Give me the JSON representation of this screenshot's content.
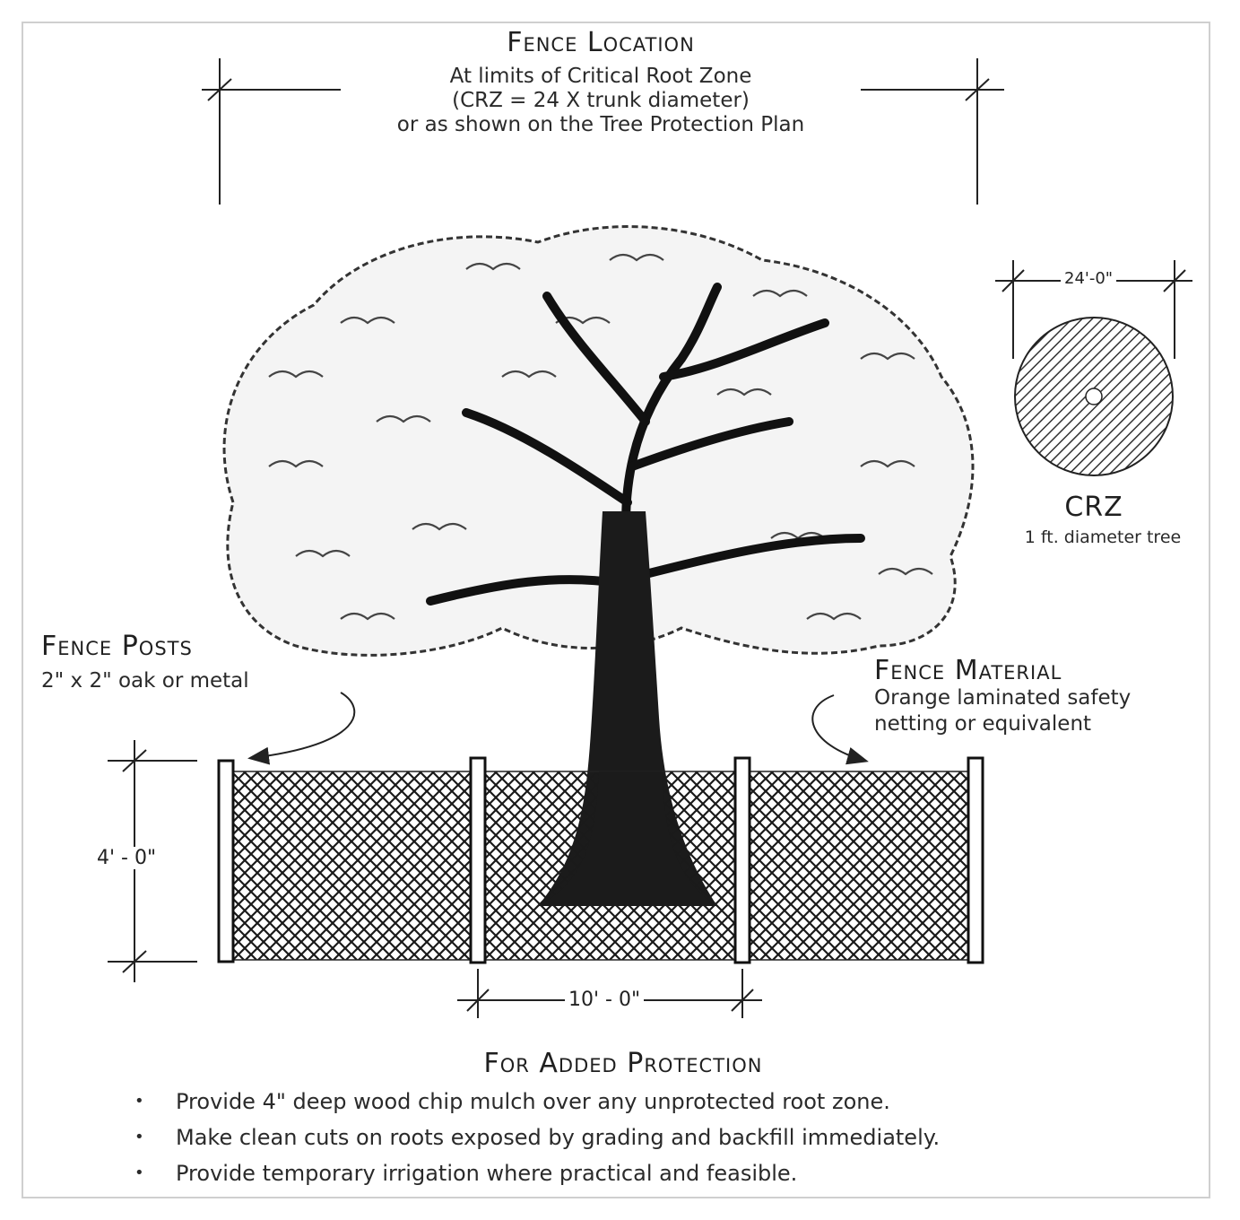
{
  "fence_location": {
    "title": "Fence Location",
    "lines": [
      "At limits of Critical Root Zone",
      "(CRZ = 24 X trunk diameter)",
      "or as shown on the Tree Protection Plan"
    ]
  },
  "crz_detail": {
    "dimension": "24'-0\"",
    "title": "CRZ",
    "caption": "1 ft. diameter tree"
  },
  "fence_posts": {
    "title": "Fence Posts",
    "spec": "2\" x 2\" oak or metal"
  },
  "fence_material": {
    "title": "Fence Material",
    "lines": [
      "Orange laminated safety",
      "netting or equivalent"
    ]
  },
  "dimensions": {
    "height": "4' - 0\"",
    "spacing": "10' - 0\""
  },
  "added_protection": {
    "title": "For Added Protection",
    "bullet_glyph": "•",
    "items": [
      "Provide 4\" deep wood chip mulch over any unprotected root zone.",
      "Make clean cuts on roots exposed by grading and backfill immediately.",
      "Provide temporary irrigation where practical and feasible."
    ]
  }
}
